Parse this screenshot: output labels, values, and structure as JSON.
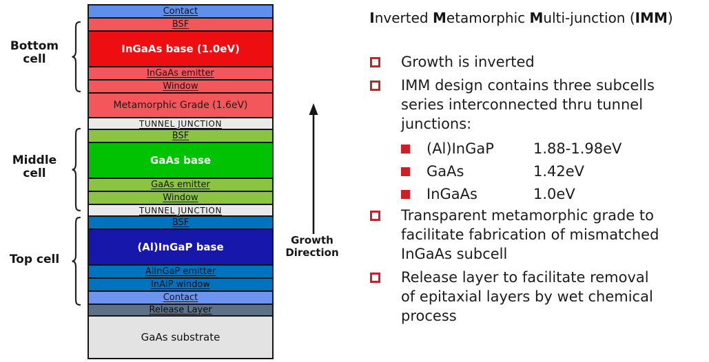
{
  "title": {
    "segments": [
      {
        "text": "I",
        "bold": true
      },
      {
        "text": "nverted ",
        "bold": false
      },
      {
        "text": "M",
        "bold": true
      },
      {
        "text": "etamorphic ",
        "bold": false
      },
      {
        "text": "M",
        "bold": true
      },
      {
        "text": "ulti-junction (",
        "bold": false
      },
      {
        "text": "IMM",
        "bold": true
      },
      {
        "text": ")",
        "bold": false
      }
    ]
  },
  "cell_groups": [
    {
      "label": "Bottom cell"
    },
    {
      "label": "Middle cell"
    },
    {
      "label": "Top cell"
    }
  ],
  "growth_arrow": {
    "label": "Growth\nDirection"
  },
  "stack": {
    "layers": [
      {
        "label": "Contact",
        "kind": "contact",
        "bg": "#5E8FEA",
        "text_color": "#111111",
        "underline": true,
        "bold": false
      },
      {
        "label": "BSF",
        "kind": "thin",
        "bg": "#F3575C",
        "text_color": "#111111",
        "underline": true,
        "bold": false
      },
      {
        "label": "InGaAs base (1.0eV)",
        "kind": "base",
        "bg": "#EE0E11",
        "text_color": "#FFFFFF",
        "underline": false,
        "bold": true
      },
      {
        "label": "InGaAs emitter",
        "kind": "thin",
        "bg": "#F3575C",
        "text_color": "#111111",
        "underline": true,
        "bold": false
      },
      {
        "label": "Window",
        "kind": "thin",
        "bg": "#F3575C",
        "text_color": "#111111",
        "underline": true,
        "bold": false
      },
      {
        "label": "Metamorphic Grade (1.6eV)",
        "kind": "grade",
        "bg": "#F3575C",
        "text_color": "#211212",
        "underline": false,
        "bold": false
      },
      {
        "label": "TUNNEL JUNCTION",
        "kind": "tunnel",
        "bg": "#EAEAEA",
        "text_color": "#111111",
        "underline": true,
        "bold": false
      },
      {
        "label": "BSF",
        "kind": "thin",
        "bg": "#8AC440",
        "text_color": "#111111",
        "underline": true,
        "bold": false
      },
      {
        "label": "GaAs base",
        "kind": "base",
        "bg": "#00C203",
        "text_color": "#FFFFFF",
        "underline": false,
        "bold": true
      },
      {
        "label": "GaAs emitter",
        "kind": "thin",
        "bg": "#8AC440",
        "text_color": "#111111",
        "underline": true,
        "bold": false
      },
      {
        "label": "Window",
        "kind": "thin",
        "bg": "#8AC440",
        "text_color": "#111111",
        "underline": true,
        "bold": false
      },
      {
        "label": "TUNNEL JUNCTION",
        "kind": "tunnel",
        "bg": "#EAEAEA",
        "text_color": "#111111",
        "underline": true,
        "bold": false
      },
      {
        "label": "BSF",
        "kind": "thin",
        "bg": "#0073BE",
        "text_color": "#0A0A0A",
        "underline": true,
        "bold": false
      },
      {
        "label": "(Al)InGaP base",
        "kind": "base",
        "bg": "#1817AB",
        "text_color": "#FFFFFF",
        "underline": false,
        "bold": true
      },
      {
        "label": "AlInGaP emitter",
        "kind": "thin",
        "bg": "#0073BE",
        "text_color": "#0A0A0A",
        "underline": true,
        "bold": false
      },
      {
        "label": "InAlP window",
        "kind": "thin",
        "bg": "#0073BE",
        "text_color": "#0A0A0A",
        "underline": true,
        "bold": false
      },
      {
        "label": "Contact",
        "kind": "contact",
        "bg": "#6D95EF",
        "text_color": "#111111",
        "underline": true,
        "bold": false
      },
      {
        "label": "Release Layer",
        "kind": "release",
        "bg": "#5D7289",
        "text_color": "#0A0A0A",
        "underline": true,
        "bold": false
      },
      {
        "label": "GaAs substrate",
        "kind": "substrate",
        "bg": "#E3E3E3",
        "text_color": "#111111",
        "underline": false,
        "bold": false
      }
    ]
  },
  "bullets": [
    {
      "level": 1,
      "text": "Growth is inverted"
    },
    {
      "level": 1,
      "text": "IMM design contains three subcells\nseries interconnected thru tunnel\njunctions:"
    },
    {
      "level": 2,
      "name": "(Al)InGaP",
      "value": "1.88-1.98eV"
    },
    {
      "level": 2,
      "name": "GaAs",
      "value": "1.42eV"
    },
    {
      "level": 2,
      "name": "InGaAs",
      "value": "1.0eV"
    },
    {
      "level": 1,
      "text": "Transparent metamorphic grade to\nfacilitate fabrication of mismatched\nInGaAs subcell"
    },
    {
      "level": 1,
      "text": "Release layer to facilitate removal\nof epitaxial layers by wet chemical\nprocess"
    }
  ],
  "colors": {
    "bullet_red": "#CC2026",
    "stack_border": "#141414",
    "arrow_black": "#161616"
  }
}
